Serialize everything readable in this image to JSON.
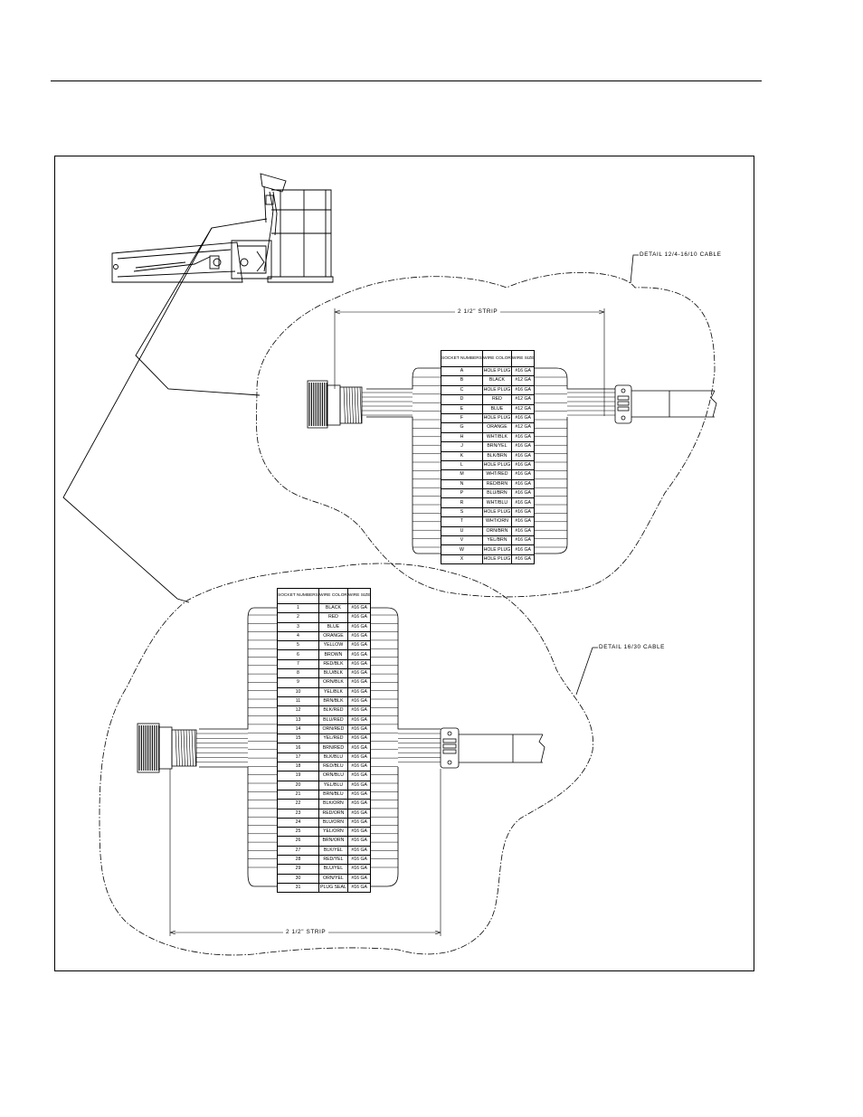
{
  "detail_a": {
    "label": "DETAIL 12/4-16/10 CABLE",
    "strip_label": "2 1/2\" STRIP",
    "headers": {
      "socket": "SOCKET NUMBERS",
      "color": "WIRE COLOR",
      "size": "WIRE SIZE"
    },
    "rows": [
      [
        "A",
        "HOLE PLUG",
        "#16 GA"
      ],
      [
        "B",
        "BLACK",
        "#12 GA"
      ],
      [
        "C",
        "HOLE PLUG",
        "#16 GA"
      ],
      [
        "D",
        "RED",
        "#12 GA"
      ],
      [
        "E",
        "BLUE",
        "#12 GA"
      ],
      [
        "F",
        "HOLE PLUG",
        "#16 GA"
      ],
      [
        "G",
        "ORANGE",
        "#12 GA"
      ],
      [
        "H",
        "WHT/BLK",
        "#16 GA"
      ],
      [
        "J",
        "BRN/YEL",
        "#16 GA"
      ],
      [
        "K",
        "BLK/BRN",
        "#16 GA"
      ],
      [
        "L",
        "HOLE PLUG",
        "#16 GA"
      ],
      [
        "M",
        "WHT/RED",
        "#16 GA"
      ],
      [
        "N",
        "RED/BRN",
        "#16 GA"
      ],
      [
        "P",
        "BLU/BRN",
        "#16 GA"
      ],
      [
        "R",
        "WHT/BLU",
        "#16 GA"
      ],
      [
        "S",
        "HOLE PLUG",
        "#16 GA"
      ],
      [
        "T",
        "WHT/ORN",
        "#16 GA"
      ],
      [
        "U",
        "ORN/BRN",
        "#16 GA"
      ],
      [
        "V",
        "YEL/BRN",
        "#16 GA"
      ],
      [
        "W",
        "HOLE PLUG",
        "#16 GA"
      ],
      [
        "X",
        "HOLE PLUG",
        "#16 GA"
      ]
    ]
  },
  "detail_b": {
    "label": "DETAIL 16/30 CABLE",
    "strip_label": "2 1/2\" STRIP",
    "headers": {
      "socket": "SOCKET NUMBERS",
      "color": "WIRE COLOR",
      "size": "WIRE SIZE"
    },
    "rows": [
      [
        "1",
        "BLACK",
        "#16 GA"
      ],
      [
        "2",
        "RED",
        "#16 GA"
      ],
      [
        "3",
        "BLUE",
        "#16 GA"
      ],
      [
        "4",
        "ORANGE",
        "#16 GA"
      ],
      [
        "5",
        "YELLOW",
        "#16 GA"
      ],
      [
        "6",
        "BROWN",
        "#16 GA"
      ],
      [
        "7",
        "RED/BLK",
        "#16 GA"
      ],
      [
        "8",
        "BLU/BLK",
        "#16 GA"
      ],
      [
        "9",
        "ORN/BLK",
        "#16 GA"
      ],
      [
        "10",
        "YEL/BLK",
        "#16 GA"
      ],
      [
        "11",
        "BRN/BLK",
        "#16 GA"
      ],
      [
        "12",
        "BLK/RED",
        "#16 GA"
      ],
      [
        "13",
        "BLU/RED",
        "#16 GA"
      ],
      [
        "14",
        "ORN/RED",
        "#16 GA"
      ],
      [
        "15",
        "YEL/RED",
        "#16 GA"
      ],
      [
        "16",
        "BRN/RED",
        "#16 GA"
      ],
      [
        "17",
        "BLK/BLU",
        "#16 GA"
      ],
      [
        "18",
        "RED/BLU",
        "#16 GA"
      ],
      [
        "19",
        "ORN/BLU",
        "#16 GA"
      ],
      [
        "20",
        "YEL/BLU",
        "#16 GA"
      ],
      [
        "21",
        "BRN/BLU",
        "#16 GA"
      ],
      [
        "22",
        "BLK/ORN",
        "#16 GA"
      ],
      [
        "23",
        "RED/ORN",
        "#16 GA"
      ],
      [
        "24",
        "BLU/ORN",
        "#16 GA"
      ],
      [
        "25",
        "YEL/ORN",
        "#16 GA"
      ],
      [
        "26",
        "BRN/ORN",
        "#16 GA"
      ],
      [
        "27",
        "BLK/YEL",
        "#16 GA"
      ],
      [
        "28",
        "RED/YEL",
        "#16 GA"
      ],
      [
        "29",
        "BLU/YEL",
        "#16 GA"
      ],
      [
        "30",
        "ORN/YEL",
        "#16 GA"
      ],
      [
        "31",
        "PLUG SEAL",
        "#16 GA"
      ]
    ]
  }
}
